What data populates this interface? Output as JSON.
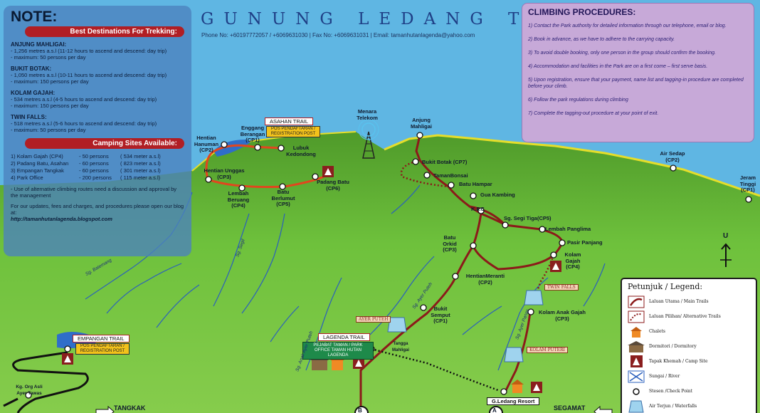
{
  "header": {
    "title": "GUNUNG LEDANG TRAILS",
    "contact": "Phone No: +60197772057 / +6069631030  |  Fax No: +6069631031  |  Email: tamanhutanlagenda@yahoo.com"
  },
  "note": {
    "heading": "NOTE:",
    "destinations_title": "Best Destinations For Trekking:",
    "destinations": [
      {
        "name": "ANJUNG MAHLIGAI:",
        "line1": "- 1,256 metres a.s.l (11-12 hours to ascend and descend: day trip)",
        "line2": "- maximum: 50 persons per day"
      },
      {
        "name": "BUKIT BOTAK:",
        "line1": "- 1,050 metres a.s.l (10-11 hours to ascend and descend: day trip)",
        "line2": "- maximum: 150 persons per day"
      },
      {
        "name": "KOLAM GAJAH:",
        "line1": "- 534 metres a.s.l (4-5 hours to ascend and descend: day trip)",
        "line2": "- maximum: 150 persons per day"
      },
      {
        "name": "TWIN FALLS:",
        "line1": "- 518 metres a.s.l (5-6 hours to ascend and descend: day trip)",
        "line2": "- maximum: 50 persons per day"
      }
    ],
    "camping_title": "Camping Sites Available:",
    "camping": [
      {
        "site": "1) Kolam Gajah (CP4)",
        "capacity": "- 50 persons",
        "altitude": "( 534 meter a.s.l)"
      },
      {
        "site": "2) Padang Batu, Asahan",
        "capacity": "- 60 persons",
        "altitude": "( 823 meter a.s.l)"
      },
      {
        "site": "3) Empangan Tangkak",
        "capacity": "- 60 persons",
        "altitude": "( 301 meter a.s.l)"
      },
      {
        "site": "4) Park Office",
        "capacity": "- 200 persons",
        "altitude": "( 115 meter a.s.l)"
      }
    ],
    "alt_routes": "- Use of alternative climbing routes need a discussion and approval by the management",
    "updates": "For our updates, fees and charges, and procedures please open our blog at:",
    "blog": "http://tamanhutanlagenda.blogspot.com"
  },
  "procedures": {
    "title": "CLIMBING PROCEDURES:",
    "steps": [
      "1) Contact the Park authority for detailed information through our telephone, email or blog.",
      "2) Book in advance, as we have to adhere to the carrying capacity.",
      "3) To avoid double booking, only one person in the group should confirm the booking.",
      "4) Accommodation and facilities in the Park are on a first come – first serve basis.",
      "5) Upon registration, ensure that your payment, name list and tagging-in procedure are completed before your climb.",
      "6) Follow the park regulations during climbing",
      "7) Complete the tagging-out procedure at your point of exit."
    ]
  },
  "map": {
    "trails": {
      "asahan": "ASAHAN TRAIL",
      "lagenda": "LAGENDA TRAIL",
      "empangan": "EMPANGAN TRAIL"
    },
    "registration": "POS PENDAFTARAN / REGISTRATION POST",
    "park_office": "PEJABAT TAMAN / PARK OFFICE TAMAN HUTAN LAGENDA",
    "menara": "Menara Telekom",
    "checkpoints": {
      "anjung": "Anjung Mahligai",
      "bukit_botak": "Bukit Botak (CP7)",
      "taman_bonsai": "TamanBonsai",
      "batu_hampar": "Batu Hampar",
      "gua_kambing": "Gua Kambing",
      "kfc": "K.F.C",
      "segi_tiga": "Sg. Segi Tiga(CP5)",
      "lembah_panglima": "Lembah Panglima",
      "pasir_panjang": "Pasir Panjang",
      "kolam_gajah": "Kolam Gajah (CP4)",
      "batu_orkid": "Batu Orkid (CP3)",
      "hentian_meranti": "HentianMeranti (CP2)",
      "bukit_semput": "Bukit Semput (CP1)",
      "kolam_anak_gajah": "Kolam Anak Gajah (CP3)",
      "tangga_mahligai": "Tangga Mahligai",
      "enggang": "Enggang Berangan (CP1)",
      "hentian_hanuman": "Hentian Hanuman (CP2)",
      "lubuk": "Lubuk Kedondong",
      "hentian_unggas": "Hentian Unggas (CP3)",
      "lembah_beruang": "Lembah Beruang (CP4)",
      "batu_berlumut": "Batu Berlumut (CP5)",
      "padang_batu": "Padang Batu (CP6)",
      "air_sedap": "Air Sedap (CP2)",
      "jeram_tinggi": "Jeram Tinggi (CP1)",
      "kg_org_asli": "Kg. Org Asli Ayer Tawas",
      "g_ledang": "G.Ledang Resort"
    },
    "features": {
      "twin_falls": "TWIN FALLS",
      "ayer_puteh": "AYER PUTEH",
      "kolam_puteri": "KOLAM PUTERI"
    },
    "rivers": [
      "Sg. Batemang",
      "Sg. Segil",
      "Sg. Ayer Puteh",
      "Sg. Anak Ayer Puteh",
      "Sg. Ayer Panas"
    ],
    "places": {
      "tangkak": "TANGKAK",
      "segamat": "SEGAMAT"
    },
    "letters": {
      "a": "A",
      "b": "B"
    },
    "north": "U"
  },
  "legend": {
    "title": "Petunjuk / Legend:",
    "items": [
      {
        "icon": "main-trail-icon",
        "label": "Laluan Utama / Main Trails"
      },
      {
        "icon": "alt-trail-icon",
        "label": "Laluan Pilihan/ Alternative Trails"
      },
      {
        "icon": "chalet-icon",
        "label": "Chalets"
      },
      {
        "icon": "dormitory-icon",
        "label": "Dormitori / Dormitory"
      },
      {
        "icon": "camp-site-icon",
        "label": "Tapak Khemah / Camp Site"
      },
      {
        "icon": "river-icon",
        "label": "Sungai / River"
      },
      {
        "icon": "checkpoint-icon",
        "label": "Stesen /Check Point"
      },
      {
        "icon": "waterfall-icon",
        "label": "Air Terjun / Waterfalls"
      }
    ]
  },
  "colors": {
    "sky": "#5fb6e3",
    "forest": "#6ec13c",
    "trail": "#8b1a1a",
    "asahan_trail": "#e2461e",
    "note_panel": "#4b82be",
    "procedure_panel": "#c7a9d8",
    "title_blue": "#1f3f86"
  }
}
